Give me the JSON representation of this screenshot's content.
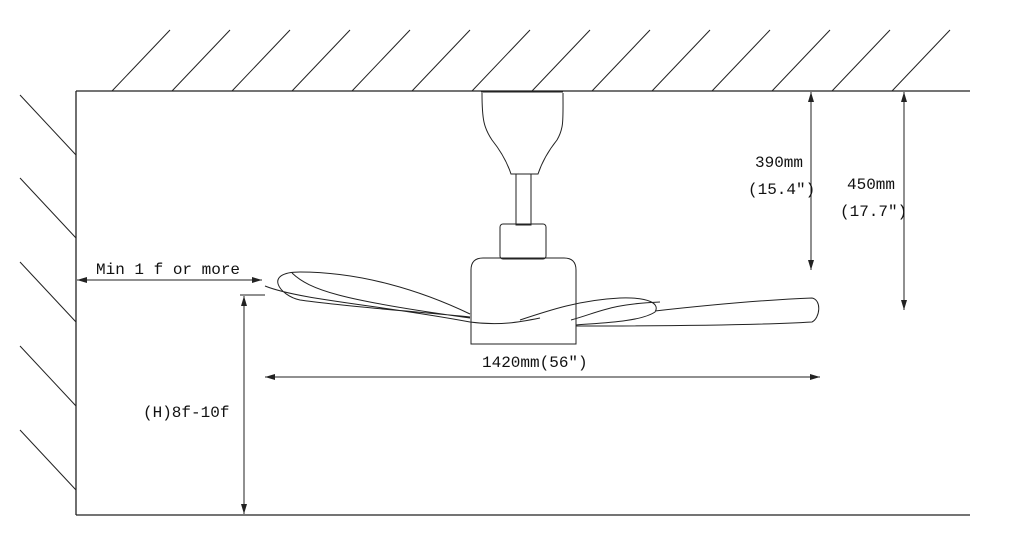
{
  "labels": {
    "canopy_clearance_mm": "390mm",
    "canopy_clearance_in": "(15.4″)",
    "total_drop_mm": "450mm",
    "total_drop_in": "(17.7″)",
    "wall_clearance": "Min 1 f or more",
    "blade_span": "1420mm(56″)",
    "mount_height": "(H)8f-10f"
  }
}
